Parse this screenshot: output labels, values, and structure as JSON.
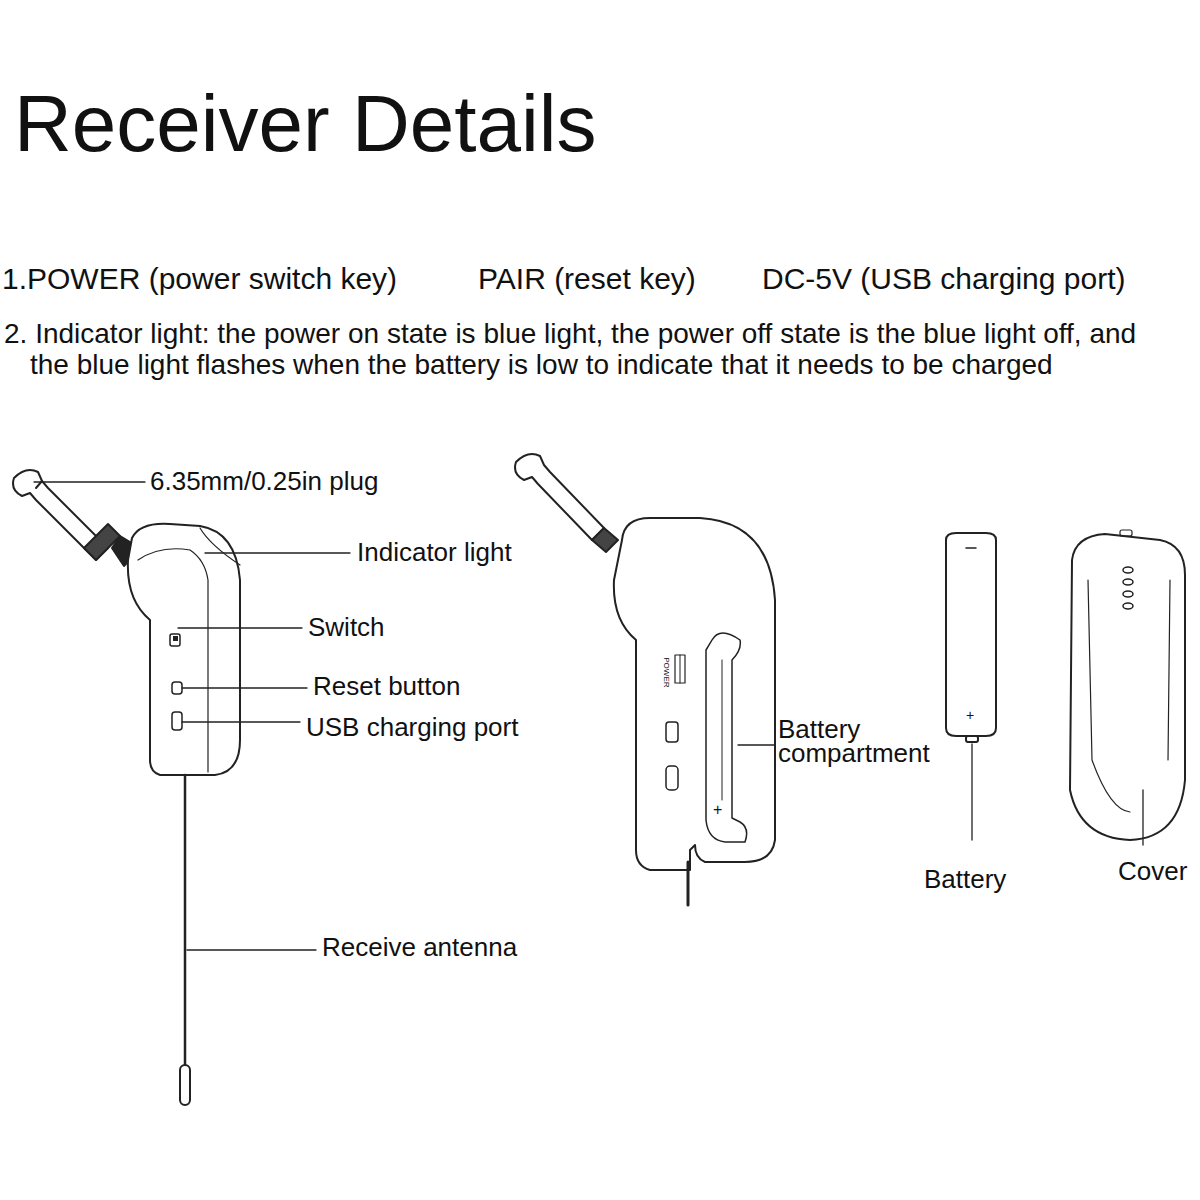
{
  "diagram": {
    "title": "Receiver Details",
    "labels": [
      "1.POWER (power switch key)",
      "PAIR (reset key)",
      "DC-5V (USB charging port)",
      "2. Indicator light: the power on state is blue light, the power off state is the blue light off, and the blue light flashes when the battery is low to indicate that it needs to be charged",
      "6.35mm/0.25in plug",
      "Indicator light",
      "Switch",
      "Reset button",
      "USB charging port",
      "Receive antenna",
      "Battery compartment",
      "Battery",
      "Cover",
      "POWER",
      "+",
      "+"
    ]
  }
}
